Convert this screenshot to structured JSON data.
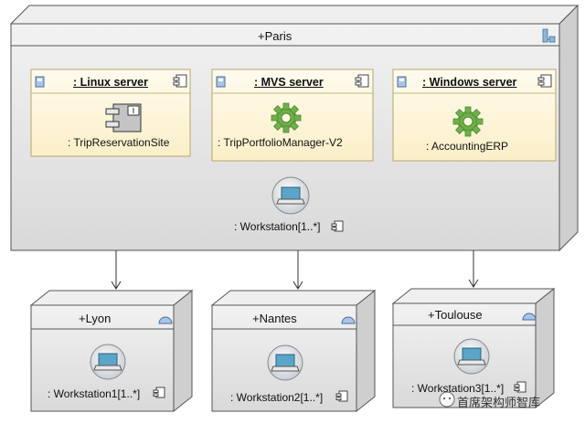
{
  "diagram": {
    "paris": {
      "title": "+Paris",
      "servers": [
        {
          "name": ": Linux server",
          "component": ": TripReservationSite",
          "icon": "component-icon"
        },
        {
          "name": ": MVS server",
          "component": ": TripPortfolioManager-V2",
          "icon": "gear-icon"
        },
        {
          "name": ": Windows server",
          "component": ": AccountingERP",
          "icon": "gear-icon"
        }
      ],
      "workstation": ": Workstation[1..*]"
    },
    "sites": [
      {
        "title": "+Lyon",
        "workstation": ": Workstation1[1..*]"
      },
      {
        "title": "+Nantes",
        "workstation": ": Workstation2[1..*]"
      },
      {
        "title": "+Toulouse",
        "workstation": ": Workstation3[1..*]"
      }
    ],
    "watermark": "首席架构师智库"
  },
  "colors": {
    "node_fill": "#e4e4e4",
    "node_border": "#555555",
    "server_fill": "#fff6d9",
    "gear": "#6fb04a",
    "workstation_screen": "#5aa6c8"
  }
}
